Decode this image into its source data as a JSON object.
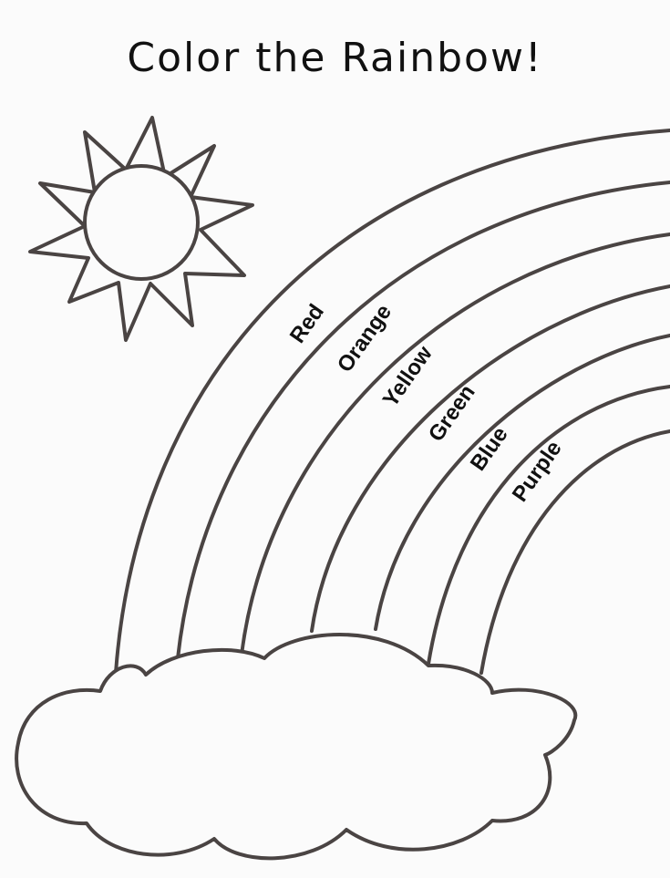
{
  "worksheet": {
    "title": "Color the Rainbow!",
    "bands": [
      {
        "label": "Red"
      },
      {
        "label": "Orange"
      },
      {
        "label": "Yellow"
      },
      {
        "label": "Green"
      },
      {
        "label": "Blue"
      },
      {
        "label": "Purple"
      }
    ],
    "icons": {
      "sun": "sun-icon",
      "cloud": "cloud-icon",
      "rainbow": "rainbow-outline"
    },
    "colors": {
      "outline": "#4a4443",
      "text": "#111111",
      "paper": "#fbfbfb"
    }
  }
}
